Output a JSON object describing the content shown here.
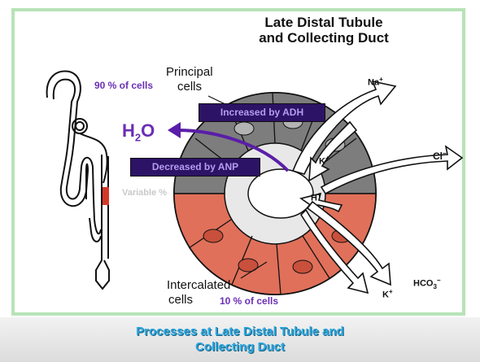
{
  "title": {
    "line1": "Late Distal Tubule",
    "line2": "and Collecting Duct"
  },
  "labels": {
    "principal_cells": "Principal\ncells",
    "principal_line1": "Principal",
    "principal_line2": "cells",
    "principal_percent": "90 % of cells",
    "intercalated_line1": "Intercalated",
    "intercalated_line2": "cells",
    "intercalated_percent": "10 % of cells",
    "variable_percent": "Variable %",
    "h2o_main": "H",
    "h2o_sub": "2",
    "h2o_end": "O"
  },
  "boxes": {
    "adh": "Increased by ADH",
    "anp": "Decreased by ANP"
  },
  "ions": {
    "na": "Na",
    "na_sup": "+",
    "k_top": "K",
    "k_top_sup": "+",
    "cl": "Cl",
    "cl_sup": "−",
    "h": "H",
    "h_sup": "+",
    "hco3": "HCO",
    "hco3_sub": "3",
    "hco3_sup": "−",
    "k_bottom": "K",
    "k_bottom_sup": "+"
  },
  "caption": {
    "line1": "Processes at Late Distal Tubule and",
    "line2": "Collecting Duct"
  },
  "colors": {
    "principal_cells": "#8a8a8a",
    "intercalated_cells": "#e0705a",
    "label_purple": "#6a2fb5",
    "box_bg": "#2d1366",
    "frame_green": "#b7e3b7",
    "caption_blue": "#2aa7e0"
  },
  "icons": [
    "nephron-icon",
    "tubule-cross-section",
    "water-arrow",
    "ion-arrows"
  ]
}
